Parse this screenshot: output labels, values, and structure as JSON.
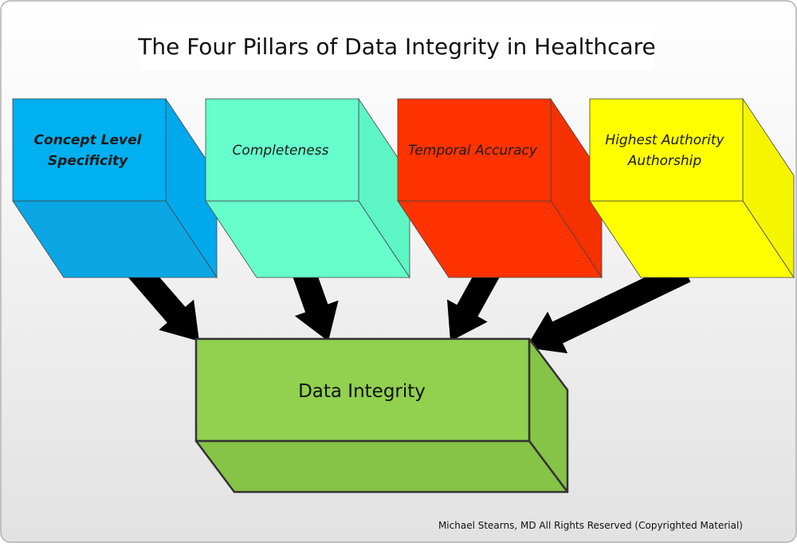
{
  "title": "The Four Pillars of Data Integrity in Healthcare",
  "pillars": [
    {
      "lines": [
        "Concept Level",
        "Specificity"
      ],
      "bold": true,
      "colors": {
        "front": "#00B0F0",
        "top": "#0AA7E4",
        "side": "#00A8EC"
      }
    },
    {
      "lines": [
        "Completeness"
      ],
      "bold": false,
      "colors": {
        "front": "#66FFCC",
        "top": "#66FFCC",
        "side": "#5EF5C4"
      }
    },
    {
      "lines": [
        "Temporal Accuracy"
      ],
      "bold": false,
      "colors": {
        "front": "#FF3300",
        "top": "#FF3300",
        "side": "#F53100"
      }
    },
    {
      "lines": [
        "Highest Authority",
        "Authorship"
      ],
      "bold": false,
      "colors": {
        "front": "#FFFF00",
        "top": "#FFFF00",
        "side": "#F5F500"
      }
    }
  ],
  "target": {
    "label": "Data Integrity",
    "colors": {
      "front": "#92D050",
      "side": "#86C447",
      "stroke": "#333333"
    }
  },
  "arrow_color": "#000000",
  "footer": "Michael Stearns, MD All Rights Reserved (Copyrighted Material)",
  "background": {
    "top": "#FFFFFF",
    "bottom": "#E2E2E2",
    "border": "#B0B0B0"
  }
}
